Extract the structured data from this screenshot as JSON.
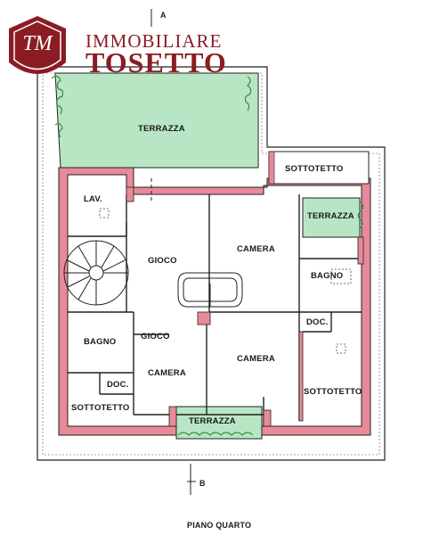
{
  "brand": {
    "line1": "IMMOBILIARE",
    "line2": "TOSETTO",
    "monogram": "TM"
  },
  "section_marks": {
    "top": "A",
    "bottom": "B"
  },
  "rooms": {
    "terrazza_main": "TERRAZZA",
    "sottotetto_top": "SOTTOTETTO",
    "lav": "LAV.",
    "terrazza_right": "TERRAZZA",
    "camera_top": "CAMERA",
    "gioco": "GIOCO",
    "bagno_right": "BAGNO",
    "doc_right": "DOC.",
    "bagno_left": "BAGNO",
    "camera_mid": "CAMERA",
    "camera_right": "CAMERA",
    "doc_left": "DOC.",
    "sottotetto_right": "SOTTOTETTO",
    "sottotetto_left": "SOTTOTETTO",
    "terrazza_bottom": "TERRAZZA"
  },
  "floor_title": "PIANO QUARTO",
  "colors": {
    "wall": "#e88a9a",
    "terrace": "#b8e6c4",
    "outline": "#222222",
    "brand": "#8b1c24"
  }
}
